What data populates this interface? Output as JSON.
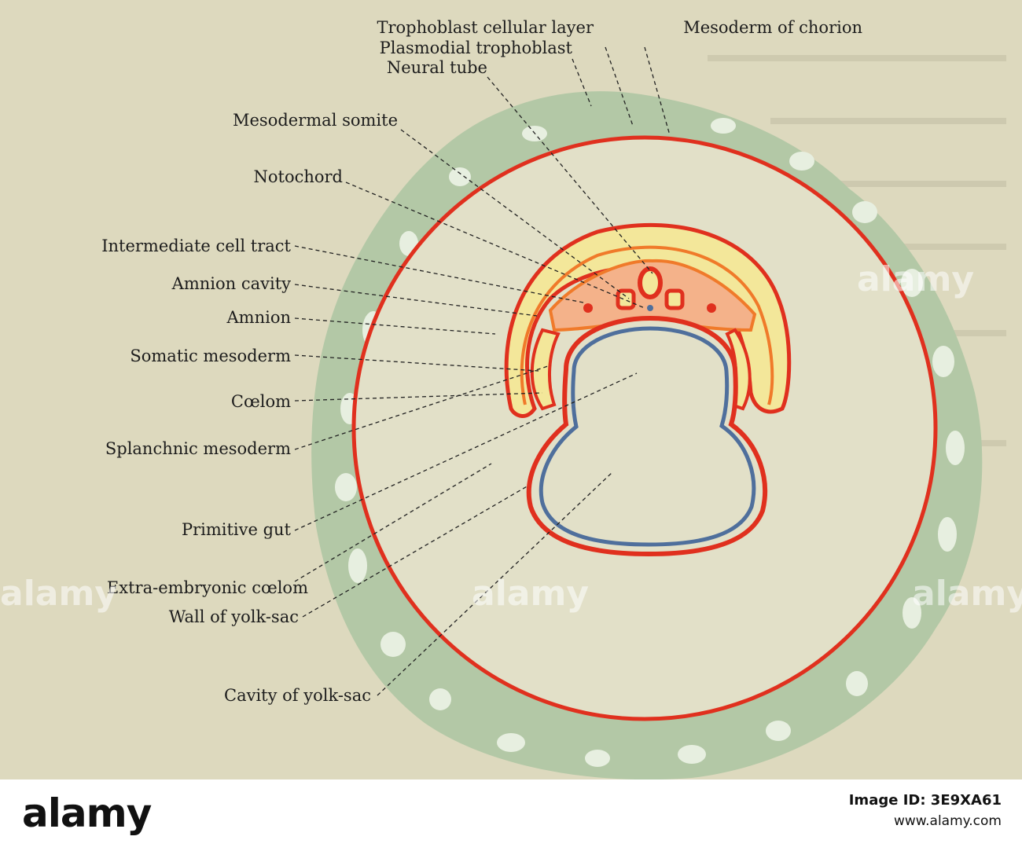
{
  "diagram": {
    "labels": {
      "trophoblast_cellular_layer": "Trophoblast cellular layer",
      "mesoderm_of_chorion": "Mesoderm of chorion",
      "plasmodial_trophoblast": "Plasmodial trophoblast",
      "neural_tube": "Neural tube",
      "mesodermal_somite": "Mesodermal somite",
      "notochord": "Notochord",
      "intermediate_cell_tract": "Intermediate cell tract",
      "amnion_cavity": "Amnion cavity",
      "amnion": "Amnion",
      "somatic_mesoderm": "Somatic mesoderm",
      "coelom": "Cœlom",
      "splanchnic_mesoderm": "Splanchnic mesoderm",
      "primitive_gut": "Primitive gut",
      "extra_embryonic_coelom": "Extra-embryonic cœlom",
      "wall_of_yolk_sac": "Wall of yolk-sac",
      "cavity_of_yolk_sac": "Cavity of yolk-sac"
    },
    "colors": {
      "background": "#ddd9be",
      "chorion_villi": "#b3c8a6",
      "mesoderm_red": "#e0301e",
      "ectoderm_orange": "#f07a2a",
      "amnion_yellow": "#f3e79a",
      "endoderm_blue": "#4f6f9c"
    }
  },
  "watermark": {
    "text": "alamy"
  },
  "footer": {
    "logo": "alamy",
    "image_id_label": "Image ID: 3E9XA61",
    "url": "www.alamy.com"
  }
}
